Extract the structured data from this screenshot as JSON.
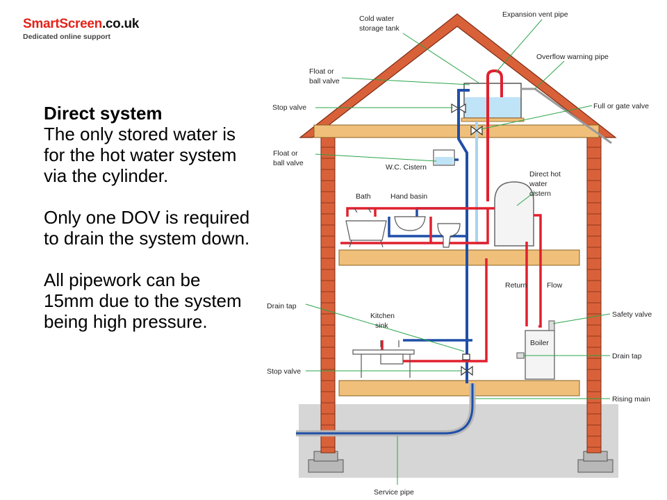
{
  "logo": {
    "brand": "SmartScreen",
    "domain": ".co.uk",
    "tagline": "Dedicated online support"
  },
  "text": {
    "heading": "Direct system",
    "para1": "The only stored water is for the hot water system via the cylinder.",
    "para2": "Only one DOV is required to drain the system down.",
    "para3": "All pipework can be 15mm due to the system being high pressure."
  },
  "labels": {
    "cold_water_tank_1": "Cold water",
    "cold_water_tank_2": "storage tank",
    "expansion_vent_pipe": "Expansion vent pipe",
    "overflow_warning_pipe": "Overflow warning pipe",
    "float_valve_top_1": "Float or",
    "float_valve_top_2": "ball valve",
    "stop_valve_top": "Stop valve",
    "full_gate_valve": "Full or gate valve",
    "float_valve_wc_1": "Float or",
    "float_valve_wc_2": "ball valve",
    "wc_cistern": "W.C. Cistern",
    "direct_hot_1": "Direct hot",
    "direct_hot_2": "water",
    "direct_hot_3": "cistern",
    "bath": "Bath",
    "hand_basin": "Hand basin",
    "return": "Return",
    "flow": "Flow",
    "drain_tap_left": "Drain tap",
    "kitchen_1": "Kitchen",
    "kitchen_2": "sink",
    "safety_valve": "Safety valve",
    "boiler": "Boiler",
    "drain_tap_right": "Drain tap",
    "stop_valve_bottom": "Stop valve",
    "rising_main": "Rising main",
    "service_pipe": "Service pipe"
  },
  "colors": {
    "brick": "#d9613a",
    "timber": "#f0c07a",
    "hot": "#e0202e",
    "cold": "#1f4fa8",
    "vent": "#a9d4ee",
    "leader": "#2aa44a",
    "ground": "#d6d6d6"
  }
}
